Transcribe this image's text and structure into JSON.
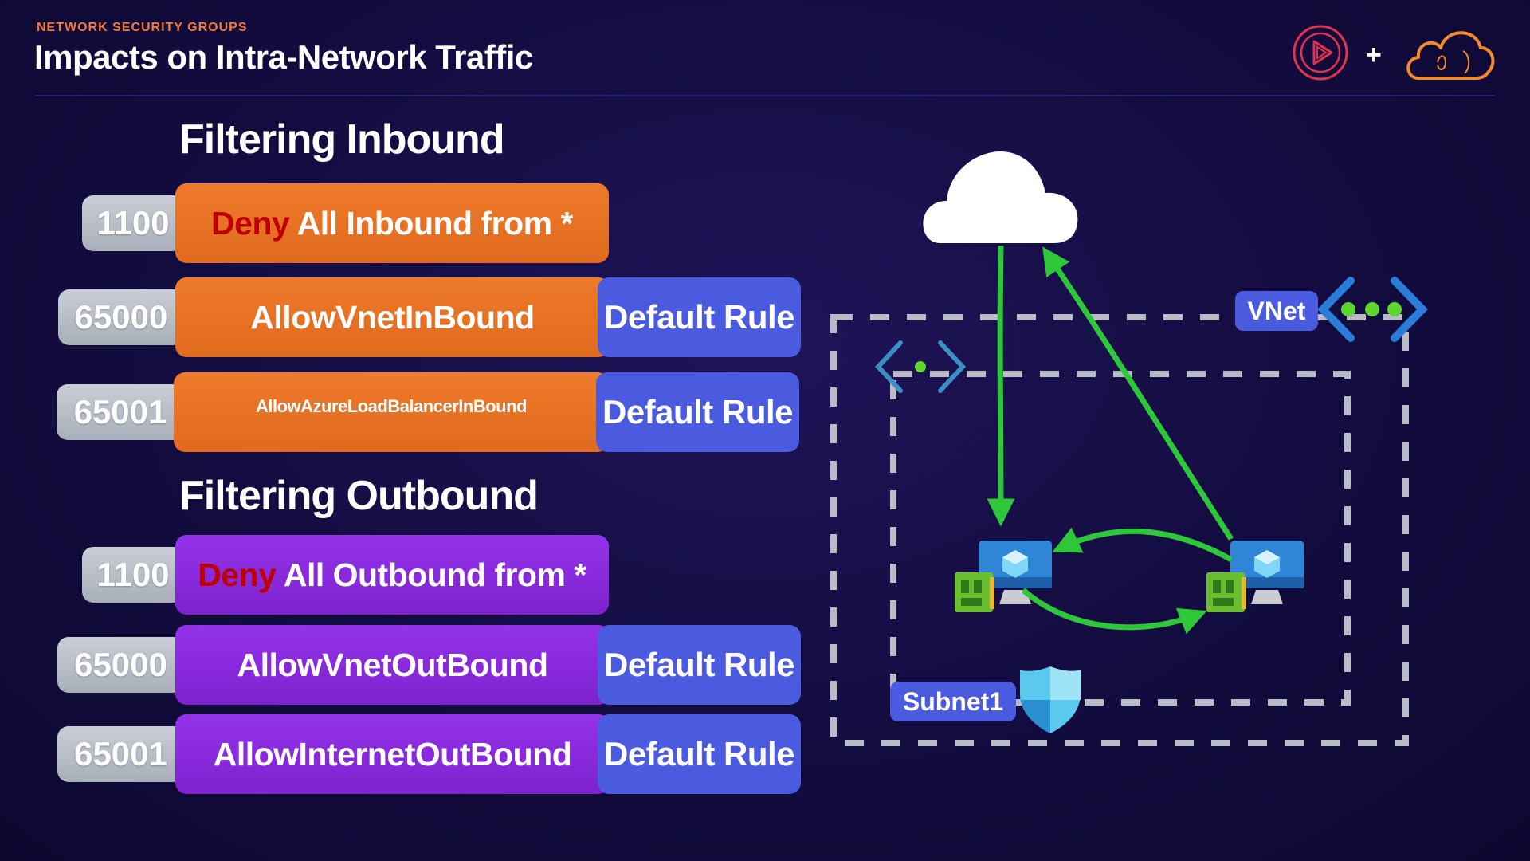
{
  "header": {
    "eyebrow": "NETWORK SECURITY GROUPS",
    "title": "Impacts on Intra-Network Traffic",
    "plus": "+"
  },
  "inbound": {
    "title": "Filtering Inbound",
    "rules": [
      {
        "priority": "1100",
        "deny_word": "Deny",
        "name": " All Inbound from *",
        "badge": ""
      },
      {
        "priority": "65000",
        "deny_word": "",
        "name": "AllowVnetInBound",
        "badge": "Default Rule"
      },
      {
        "priority": "65001",
        "deny_word": "",
        "name": "AllowAzureLoadBalancerInBound",
        "badge": "Default Rule"
      }
    ]
  },
  "outbound": {
    "title": "Filtering Outbound",
    "rules": [
      {
        "priority": "1100",
        "deny_word": "Deny",
        "name": " All Outbound from *",
        "badge": ""
      },
      {
        "priority": "65000",
        "deny_word": "",
        "name": "AllowVnetOutBound",
        "badge": "Default Rule"
      },
      {
        "priority": "65001",
        "deny_word": "",
        "name": "AllowInternetOutBound",
        "badge": "Default Rule"
      }
    ]
  },
  "diagram": {
    "vnet_label": "VNet",
    "subnet_label": "Subnet1"
  },
  "colors": {
    "accent_orange": "#ee7a2b",
    "accent_purple": "#9333ea",
    "badge_blue": "#4b5be0",
    "deny_red": "#c00000",
    "traffic_green": "#2fc73a"
  }
}
